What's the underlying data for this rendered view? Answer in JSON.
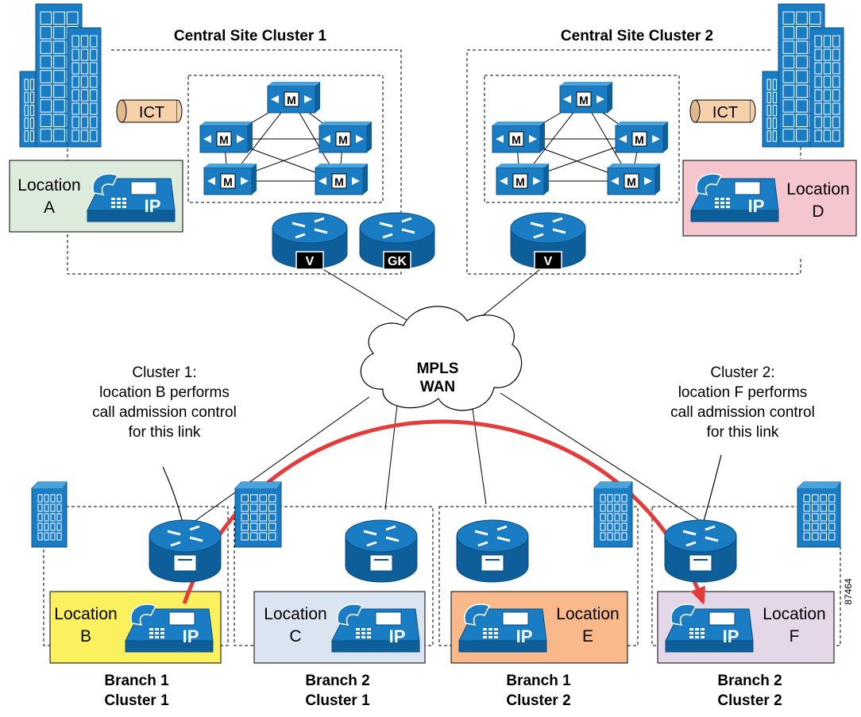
{
  "central_sites": [
    {
      "title": "Central Site Cluster 1",
      "ict_label": "ICT",
      "location_lines": [
        "Location",
        "A"
      ],
      "router_badges": [
        "V",
        "GK"
      ]
    },
    {
      "title": "Central Site Cluster 2",
      "ict_label": "ICT",
      "location_lines": [
        "Location",
        "D"
      ],
      "router_badges": [
        "V"
      ]
    }
  ],
  "manager_badge": "M",
  "phone_badge": "IP",
  "wan": {
    "lines": [
      "MPLS",
      "WAN"
    ]
  },
  "annotations": [
    {
      "lines": [
        "Cluster 1:",
        "location B performs",
        "call admission control",
        "for this link"
      ]
    },
    {
      "lines": [
        "Cluster 2:",
        "location F performs",
        "call admission control",
        "for this link"
      ]
    }
  ],
  "branches": [
    {
      "location_lines": [
        "Location",
        "B"
      ],
      "caption": [
        "Branch 1",
        "Cluster 1"
      ],
      "color": "#fbf15f"
    },
    {
      "location_lines": [
        "Location",
        "C"
      ],
      "caption": [
        "Branch 2",
        "Cluster 1"
      ],
      "color": "#dbe5f1"
    },
    {
      "location_lines": [
        "Location",
        "E"
      ],
      "caption": [
        "Branch 1",
        "Cluster 2"
      ],
      "color": "#f9b98b"
    },
    {
      "location_lines": [
        "Location",
        "F"
      ],
      "caption": [
        "Branch 2",
        "Cluster 2"
      ],
      "color": "#e3d7e8"
    }
  ],
  "figure_id": "87464",
  "colors": {
    "device_blue": "#1a7dc4",
    "call_arrow": "#e23c3c",
    "location_a": "#dcebdc",
    "location_d": "#f6c6cf",
    "ict": "#f5d0a9"
  }
}
